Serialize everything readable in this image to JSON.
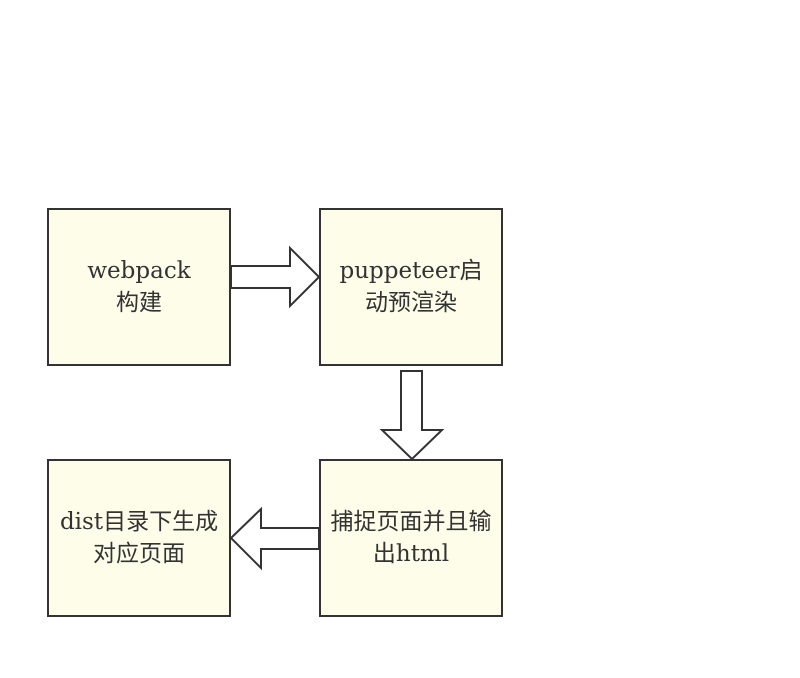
{
  "nodes": {
    "webpack": {
      "line1": "webpack",
      "line2": "构建"
    },
    "puppeteer": {
      "line1": "puppeteer启",
      "line2": "动预渲染"
    },
    "capture": {
      "text": "捕捉页面并且输出html"
    },
    "dist": {
      "text": "dist目录下生成对应页面"
    }
  },
  "colors": {
    "box_fill": "#fdfde9",
    "stroke": "#333333",
    "arrow_fill": "#ffffff"
  }
}
